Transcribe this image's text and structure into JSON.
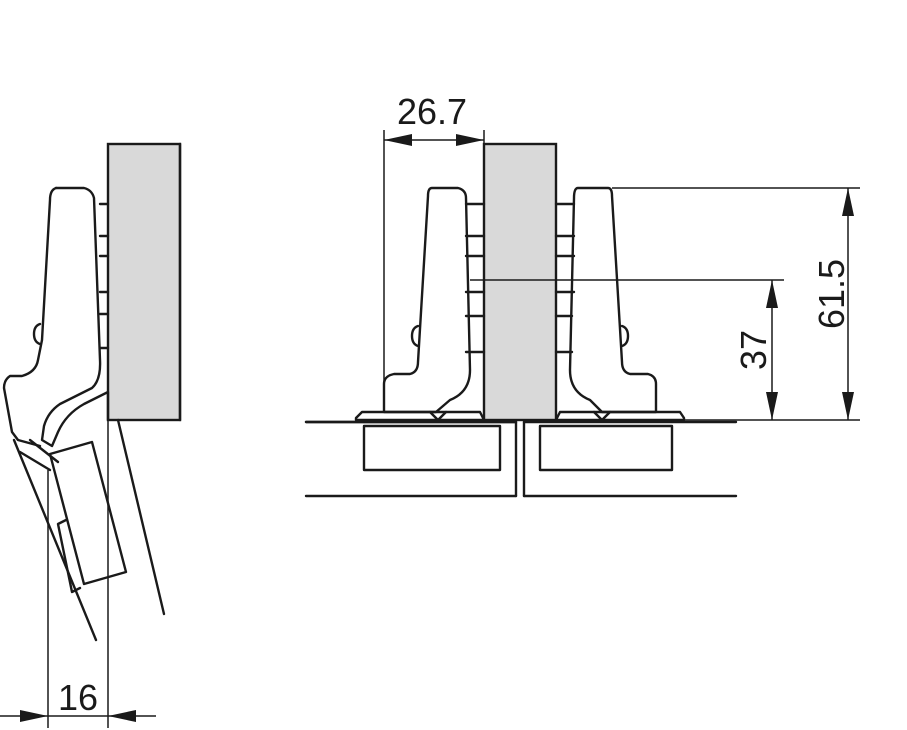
{
  "dimensions": {
    "width_top": "26.7",
    "height_outer": "61.5",
    "height_inner": "37",
    "overlay_bottom": "16"
  },
  "colors": {
    "line": "#1a1a1a",
    "panel_fill": "#d9d9d9",
    "background": "#ffffff"
  }
}
